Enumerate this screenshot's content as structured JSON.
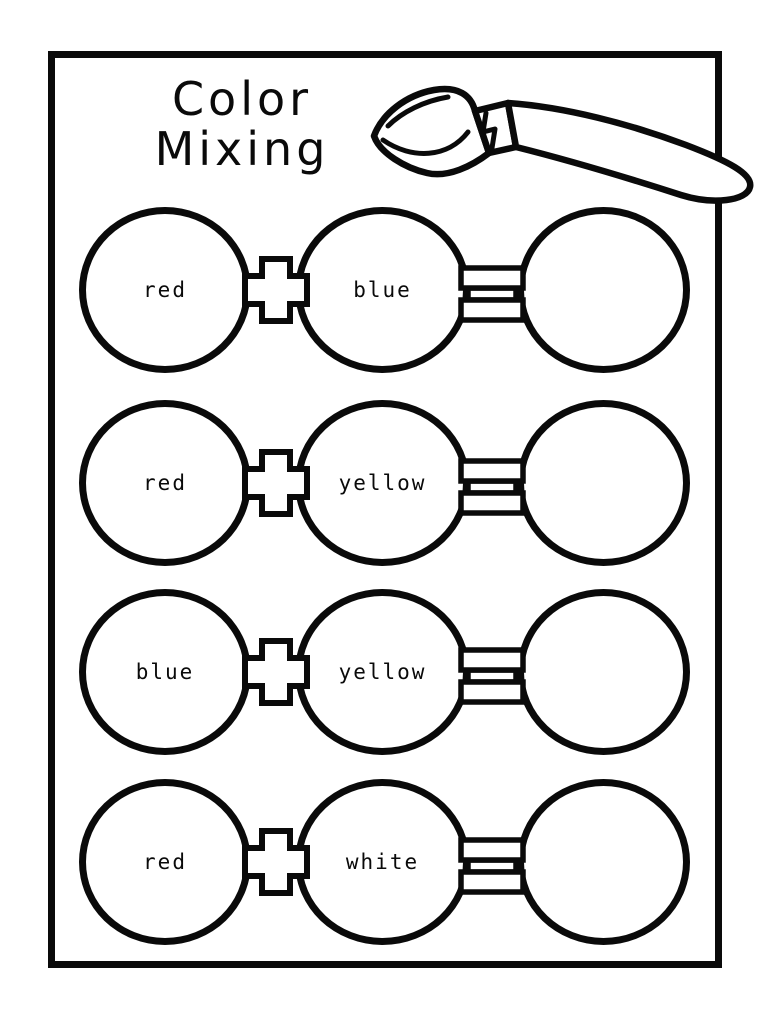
{
  "document": {
    "title": {
      "line1": "Color",
      "line2": "Mixing"
    },
    "rows": [
      {
        "left_color": "red",
        "operator": "+",
        "right_color": "blue",
        "equals": "="
      },
      {
        "left_color": "red",
        "operator": "+",
        "right_color": "yellow",
        "equals": "="
      },
      {
        "left_color": "blue",
        "operator": "+",
        "right_color": "yellow",
        "equals": "="
      },
      {
        "left_color": "red",
        "operator": "+",
        "right_color": "white",
        "equals": "="
      }
    ]
  },
  "icons": {
    "paintbrush": "paintbrush-icon",
    "plus": "plus-icon",
    "equals": "equals-icon"
  },
  "colors": {
    "ink": "#0a0a0a",
    "paper": "#ffffff"
  }
}
